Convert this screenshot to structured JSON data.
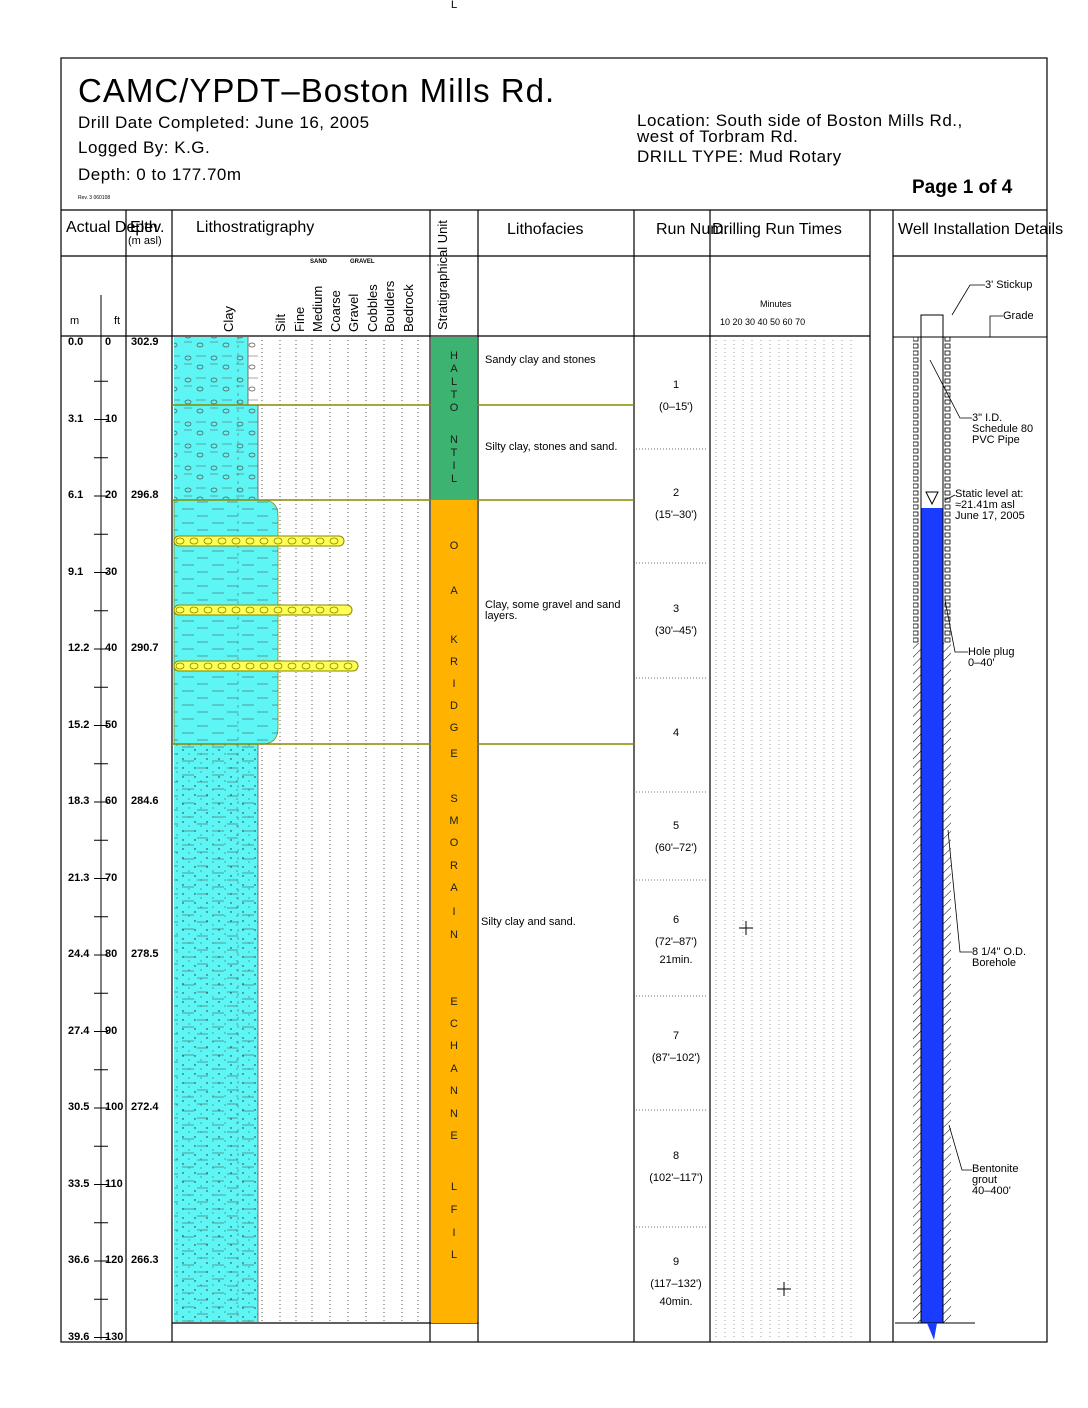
{
  "header": {
    "title": "CAMC/YPDT–Boston Mills Rd.",
    "drill_date": "Drill Date Completed:  June 16, 2005",
    "logged_by": "Logged By:   K.G.",
    "depth": "Depth:  0 to 177.70m",
    "rev": "Rev. 3 060108",
    "location_line1": "Location:  South side of Boston Mills Rd.,",
    "location_line2": "west of Torbram Rd.",
    "drill_type": "DRILL TYPE:  Mud Rotary",
    "page": "Page 1 of 4"
  },
  "columns": {
    "actual_depth": "Actual Depth",
    "elev": "Elev.",
    "elev_unit": "(m asl)",
    "lithostratigraphy": "Lithostratigraphy",
    "strat_unit": "Stratigraphical Unit",
    "lithofacies": "Lithofacies",
    "run_num": "Run Num.",
    "drilling_run_times": "Drilling Run Times",
    "well_installation": "Well Installation Details",
    "unit_m": "m",
    "unit_ft": "ft",
    "sand_label": "SAND",
    "gravel_label": "GRAVEL",
    "grain_sizes": [
      "Clay",
      "Silt",
      "Fine",
      "Medium",
      "Coarse",
      "Gravel",
      "Cobbles",
      "Boulders",
      "Bedrock"
    ],
    "minutes_label": "Minutes",
    "minutes_ticks": "10 20 30 40 50 60 70"
  },
  "depth_rows": [
    {
      "m": "0.0",
      "ft": "0",
      "elev": "302.9"
    },
    {
      "m": "3.1",
      "ft": "10",
      "elev": ""
    },
    {
      "m": "6.1",
      "ft": "20",
      "elev": "296.8"
    },
    {
      "m": "9.1",
      "ft": "30",
      "elev": ""
    },
    {
      "m": "12.2",
      "ft": "40",
      "elev": "290.7"
    },
    {
      "m": "15.2",
      "ft": "50",
      "elev": ""
    },
    {
      "m": "18.3",
      "ft": "60",
      "elev": "284.6"
    },
    {
      "m": "21.3",
      "ft": "70",
      "elev": ""
    },
    {
      "m": "24.4",
      "ft": "80",
      "elev": "278.5"
    },
    {
      "m": "27.4",
      "ft": "90",
      "elev": ""
    },
    {
      "m": "30.5",
      "ft": "100",
      "elev": "272.4"
    },
    {
      "m": "33.5",
      "ft": "110",
      "elev": ""
    },
    {
      "m": "36.6",
      "ft": "120",
      "elev": "266.3"
    },
    {
      "m": "39.6",
      "ft": "130",
      "elev": ""
    }
  ],
  "strat_units": [
    {
      "name": "HALTON TILL",
      "color": "#3cb371"
    },
    {
      "name": "OAK RIDGES MORAINE CHANNEL FILL",
      "color": "#ffb300"
    }
  ],
  "lithofacies": [
    "Sandy clay and stones",
    "Silty clay, stones and sand.",
    "Clay, some gravel and sand layers.",
    "Silty clay and sand."
  ],
  "runs": [
    {
      "num": "1",
      "range": "(0–15')",
      "time": ""
    },
    {
      "num": "2",
      "range": "(15'–30')",
      "time": ""
    },
    {
      "num": "3",
      "range": "(30'–45')",
      "time": ""
    },
    {
      "num": "4",
      "range": "",
      "time": ""
    },
    {
      "num": "5",
      "range": "(60'–72')",
      "time": ""
    },
    {
      "num": "6",
      "range": "(72'–87')",
      "time": "21min."
    },
    {
      "num": "7",
      "range": "(87'–102')",
      "time": ""
    },
    {
      "num": "8",
      "range": "(102'–117')",
      "time": ""
    },
    {
      "num": "9",
      "range": "(117–132')",
      "time": "40min."
    }
  ],
  "well": {
    "stickup": "3' Stickup",
    "grade": "Grade",
    "pipe": [
      "3\" I.D.",
      "Schedule 80",
      "PVC Pipe"
    ],
    "static": [
      "Static level at:",
      "≈21.41m asl",
      "June 17, 2005"
    ],
    "hole_plug": [
      "Hole plug",
      "0–40'"
    ],
    "borehole": [
      "8 1/4\" O.D.",
      "Borehole"
    ],
    "grout": [
      "Bentonite",
      "grout",
      "40–400'"
    ]
  },
  "colors": {
    "clay_fill": "#5ef5f5",
    "gravel_layer": "#ffff55",
    "water": "#1a3cff",
    "halton": "#3cb371",
    "oak_ridges": "#ffb300"
  }
}
